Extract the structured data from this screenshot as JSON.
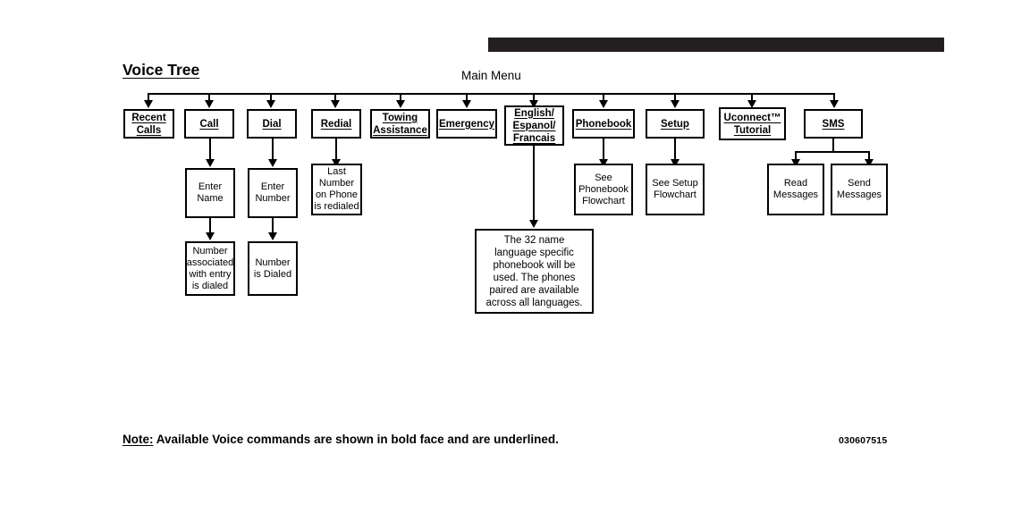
{
  "page": {
    "title": "Voice Tree",
    "root_label": "Main Menu",
    "figure_id": "030607515",
    "note": {
      "prefix": "Note:",
      "text": " Available Voice commands are shown in bold face and are underlined."
    }
  },
  "colors": {
    "ink": "#000000",
    "bar": "#231f20",
    "paper": "#ffffff"
  },
  "nodes": {
    "level1": [
      {
        "id": "recent-calls",
        "lines": [
          "Recent ",
          "Calls"
        ],
        "voice_command": true
      },
      {
        "id": "call",
        "lines": [
          "Call"
        ],
        "voice_command": true
      },
      {
        "id": "dial",
        "lines": [
          "Dial"
        ],
        "voice_command": true
      },
      {
        "id": "redial",
        "lines": [
          "Redial"
        ],
        "voice_command": true
      },
      {
        "id": "towing-assistance",
        "lines": [
          "Towing",
          "Assistance"
        ],
        "voice_command": true
      },
      {
        "id": "emergency",
        "lines": [
          "Emergency"
        ],
        "voice_command": true
      },
      {
        "id": "english-espanol-francais",
        "lines": [
          "English/",
          "Espanol/",
          "Francais"
        ],
        "voice_command": true
      },
      {
        "id": "phonebook",
        "lines": [
          "Phonebook"
        ],
        "voice_command": true
      },
      {
        "id": "setup",
        "lines": [
          "Setup"
        ],
        "voice_command": true
      },
      {
        "id": "uconnect-tutorial",
        "lines": [
          "Uconnect™",
          "Tutorial"
        ],
        "voice_command": true
      },
      {
        "id": "sms",
        "lines": [
          "SMS"
        ],
        "voice_command": true
      }
    ],
    "level2": [
      {
        "id": "enter-name",
        "lines": [
          "Enter",
          "Name"
        ],
        "voice_command": false
      },
      {
        "id": "enter-number",
        "lines": [
          "Enter",
          "Number"
        ],
        "voice_command": false
      },
      {
        "id": "last-number-redialed",
        "lines": [
          "Last",
          "Number",
          "on Phone",
          "is redialed"
        ],
        "voice_command": false
      },
      {
        "id": "see-phonebook-flowchart",
        "lines": [
          "See",
          "Phonebook",
          "Flowchart"
        ],
        "voice_command": false
      },
      {
        "id": "see-setup-flowchart",
        "lines": [
          "See Setup",
          "Flowchart"
        ],
        "voice_command": false
      },
      {
        "id": "read-messages",
        "lines": [
          "Read",
          "Messages"
        ],
        "voice_command": false
      },
      {
        "id": "send-messages",
        "lines": [
          "Send",
          "Messages"
        ],
        "voice_command": false
      }
    ],
    "level3": [
      {
        "id": "number-associated-dialed",
        "lines": [
          "Number",
          "associated",
          "with entry",
          "is dialed"
        ],
        "voice_command": false
      },
      {
        "id": "number-is-dialed",
        "lines": [
          "Number",
          "is Dialed"
        ],
        "voice_command": false
      },
      {
        "id": "language-note",
        "lines": [
          "The 32 name language specific phonebook will be used. The phones paired are available across all languages."
        ],
        "voice_command": false
      }
    ]
  }
}
